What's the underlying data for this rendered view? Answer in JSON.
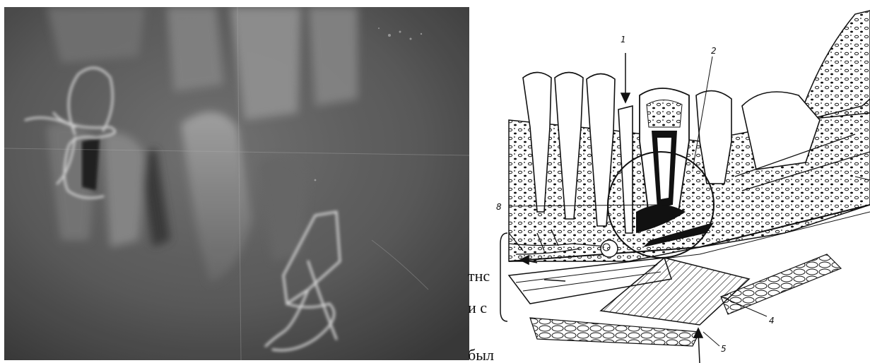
{
  "images": {
    "xray": {
      "icon": "dental-xray-photo"
    },
    "diagram": {
      "icon": "jaw-cross-section-illustration"
    }
  },
  "bleed_text": [
    "тнс",
    "и с",
    "был"
  ],
  "diagram_callouts": [
    "1",
    "2",
    "8",
    "4",
    "5"
  ],
  "colors": {
    "xray_bg": "#5a5a5a",
    "ink": "#111111",
    "page": "#ffffff"
  }
}
